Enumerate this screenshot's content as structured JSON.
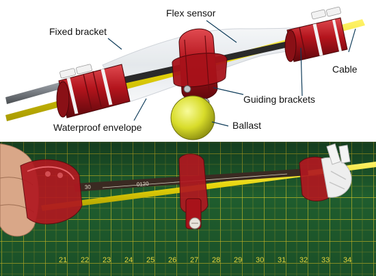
{
  "labels": {
    "flex_sensor": "Flex sensor",
    "fixed_bracket": "Fixed bracket",
    "cable": "Cable",
    "guiding_brackets": "Guiding brackets",
    "waterproof_envelope": "Waterproof envelope",
    "ballast": "Ballast"
  },
  "ruler": {
    "numbers": [
      "21",
      "22",
      "23",
      "24",
      "25",
      "26",
      "27",
      "28",
      "29",
      "30",
      "31",
      "32",
      "33",
      "34"
    ]
  },
  "strip_text": {
    "left": "30",
    "middle": "0120"
  },
  "colors": {
    "bracket_red": "#b3141c",
    "cable_yellow": "#e6d40a",
    "ballast_yellow": "#d8dc2a",
    "mat_green": "#1f5d2e",
    "grid_yellow": "#d9c828",
    "rod_gray": "#8a8f95"
  }
}
